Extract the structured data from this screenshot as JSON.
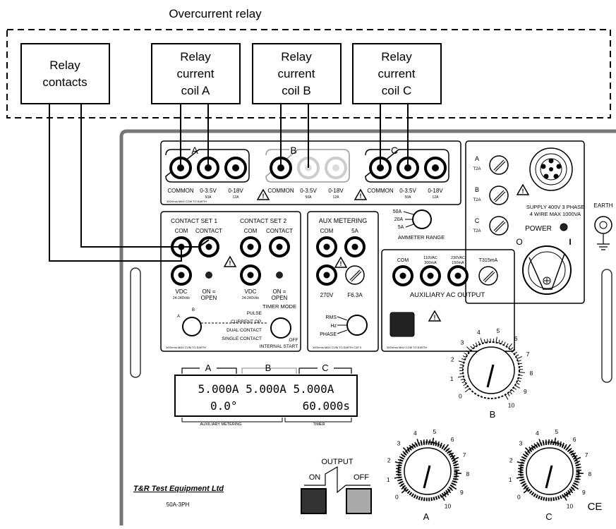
{
  "diagram": {
    "relay_title": "Overcurrent relay",
    "blocks": [
      {
        "lines": [
          "Relay",
          "contacts"
        ]
      },
      {
        "lines": [
          "Relay",
          "current",
          "coil A"
        ]
      },
      {
        "lines": [
          "Relay",
          "current",
          "coil B"
        ]
      },
      {
        "lines": [
          "Relay",
          "current",
          "coil C"
        ]
      }
    ]
  },
  "panel": {
    "phase_letters": [
      "A",
      "B",
      "C"
    ],
    "terminal_labels": {
      "common": "COMMON",
      "v35": "0-3.5V",
      "a50": "50A",
      "v18": "0-18V",
      "a12": "12A"
    },
    "earth_note": "300Vrms MAX COM TO EARTH",
    "ammeter_range": {
      "label": "AMMETER RANGE",
      "options": [
        "50A",
        "20A",
        "5A"
      ]
    },
    "supply": {
      "fuses": [
        {
          "phase": "A",
          "rating": "T2A"
        },
        {
          "phase": "B",
          "rating": "T2A"
        },
        {
          "phase": "C",
          "rating": "T2A"
        }
      ],
      "line1": "SUPPLY 400V 3 PHASE",
      "line2": "4 WIRE MAX 1000VA",
      "power": "POWER",
      "off_mark": "O",
      "on_mark": "I"
    },
    "earth": "EARTH",
    "contact_set_1": {
      "title": "CONTACT SET 1",
      "com": "COM",
      "contact": "CONTACT",
      "vdc": "VDC",
      "vdc_range": "24-240Vdc",
      "on_open": [
        "ON =",
        "OPEN"
      ]
    },
    "contact_set_2": {
      "title": "CONTACT SET 2",
      "com": "COM",
      "contact": "CONTACT",
      "vdc": "VDC",
      "vdc_range": "24-240Vdc",
      "on_open": [
        "ON =",
        "OPEN"
      ]
    },
    "timer_mode": {
      "title": "TIMER MODE",
      "knob_marks": [
        "A",
        "B"
      ],
      "options": [
        "PULSE",
        "CURRENT OP.",
        "DUAL CONTACT",
        "SINGLE CONTACT"
      ],
      "off": "OFF",
      "internal_start": "INTERNAL START"
    },
    "aux_metering": {
      "title": "AUX METERING",
      "com": "COM",
      "a5": "5A",
      "v270": "270V",
      "fuse": "F6.3A",
      "knob_options": [
        "RMS",
        "Hz",
        "PHASE"
      ],
      "note": "300Vrms MAX COM TO EARTH  CAT II"
    },
    "aux_ac": {
      "labels": [
        "COM",
        "110VAC",
        "300mA",
        "230VAC",
        "150mA",
        "T315mA"
      ],
      "title": "AUXILIARY AC OUTPUT"
    },
    "display": {
      "top_labels": [
        "A",
        "B",
        "C"
      ],
      "line1": "5.000A 5.000A 5.000A",
      "line2": "0.0°",
      "line3": "60.000s",
      "bottom_labels": [
        "AUXILIARY METERING",
        "TIMER"
      ]
    },
    "dials": [
      {
        "name": "B",
        "ticks": [
          "0",
          "1",
          "2",
          "3",
          "4",
          "5",
          "6",
          "7",
          "8",
          "9",
          "10"
        ]
      },
      {
        "name": "A",
        "ticks": [
          "0",
          "1",
          "2",
          "3",
          "4",
          "5",
          "6",
          "7",
          "8",
          "9",
          "10"
        ]
      },
      {
        "name": "C",
        "ticks": [
          "0",
          "1",
          "2",
          "3",
          "4",
          "5",
          "6",
          "7",
          "8",
          "9",
          "10"
        ]
      }
    ],
    "output": {
      "title": "OUTPUT",
      "on": "ON",
      "off": "OFF"
    },
    "brand": {
      "name": "T&R Test Equipment Ltd",
      "model": "50A-3PH"
    },
    "ce_mark": "CE"
  }
}
